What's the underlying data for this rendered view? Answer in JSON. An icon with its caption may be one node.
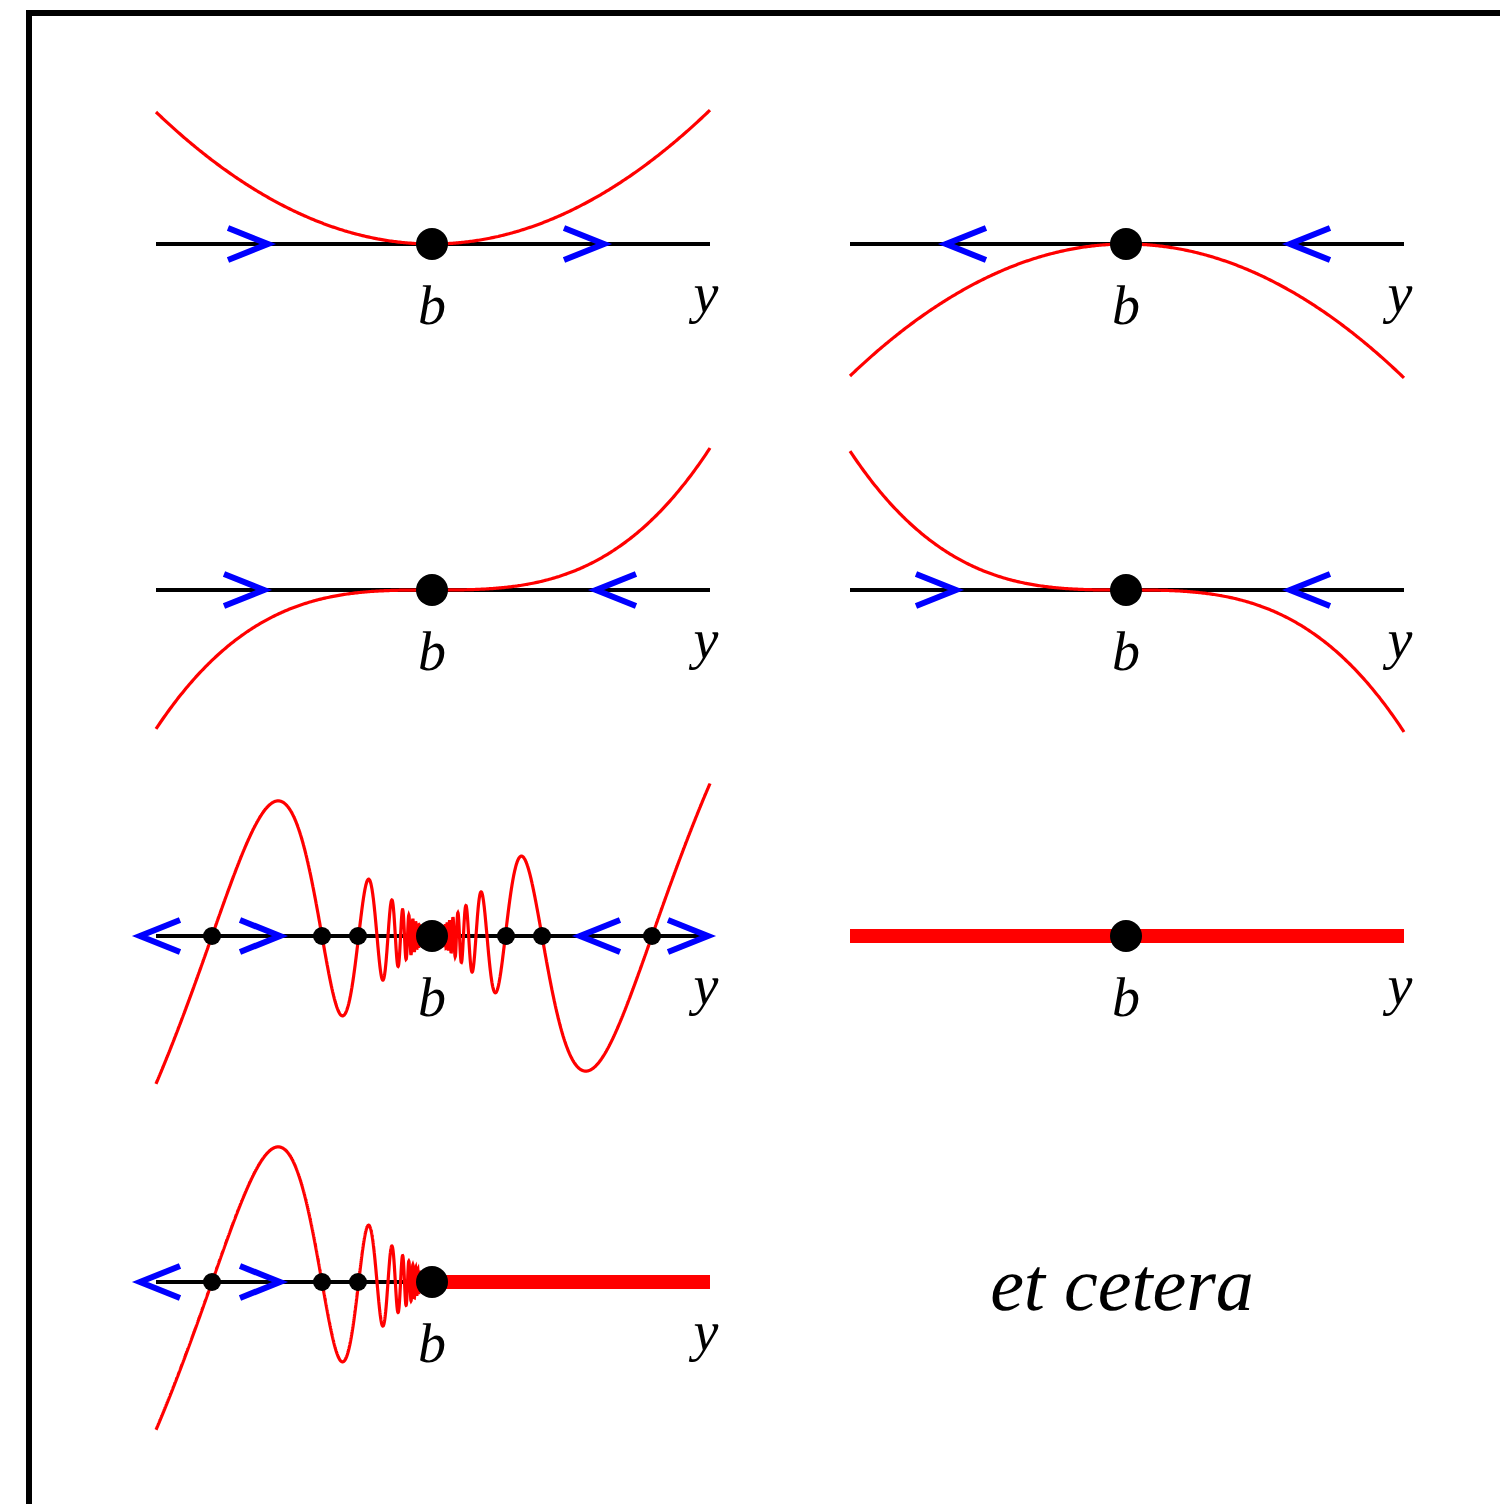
{
  "diagram": {
    "labels": [
      "b",
      "y",
      "b",
      "y",
      "b",
      "y",
      "b",
      "y",
      "b",
      "y",
      "b",
      "y",
      "b",
      "y",
      "et cetera"
    ]
  }
}
